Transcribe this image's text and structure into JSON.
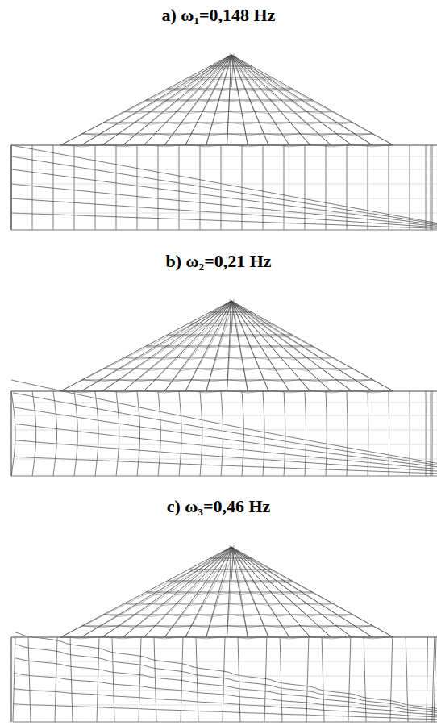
{
  "diagram": {
    "labels": [
      "a) ω₁=0,148 Hz",
      "b) ω₂=0,21 Hz",
      "c) ω₃=0,46 Hz"
    ]
  }
}
